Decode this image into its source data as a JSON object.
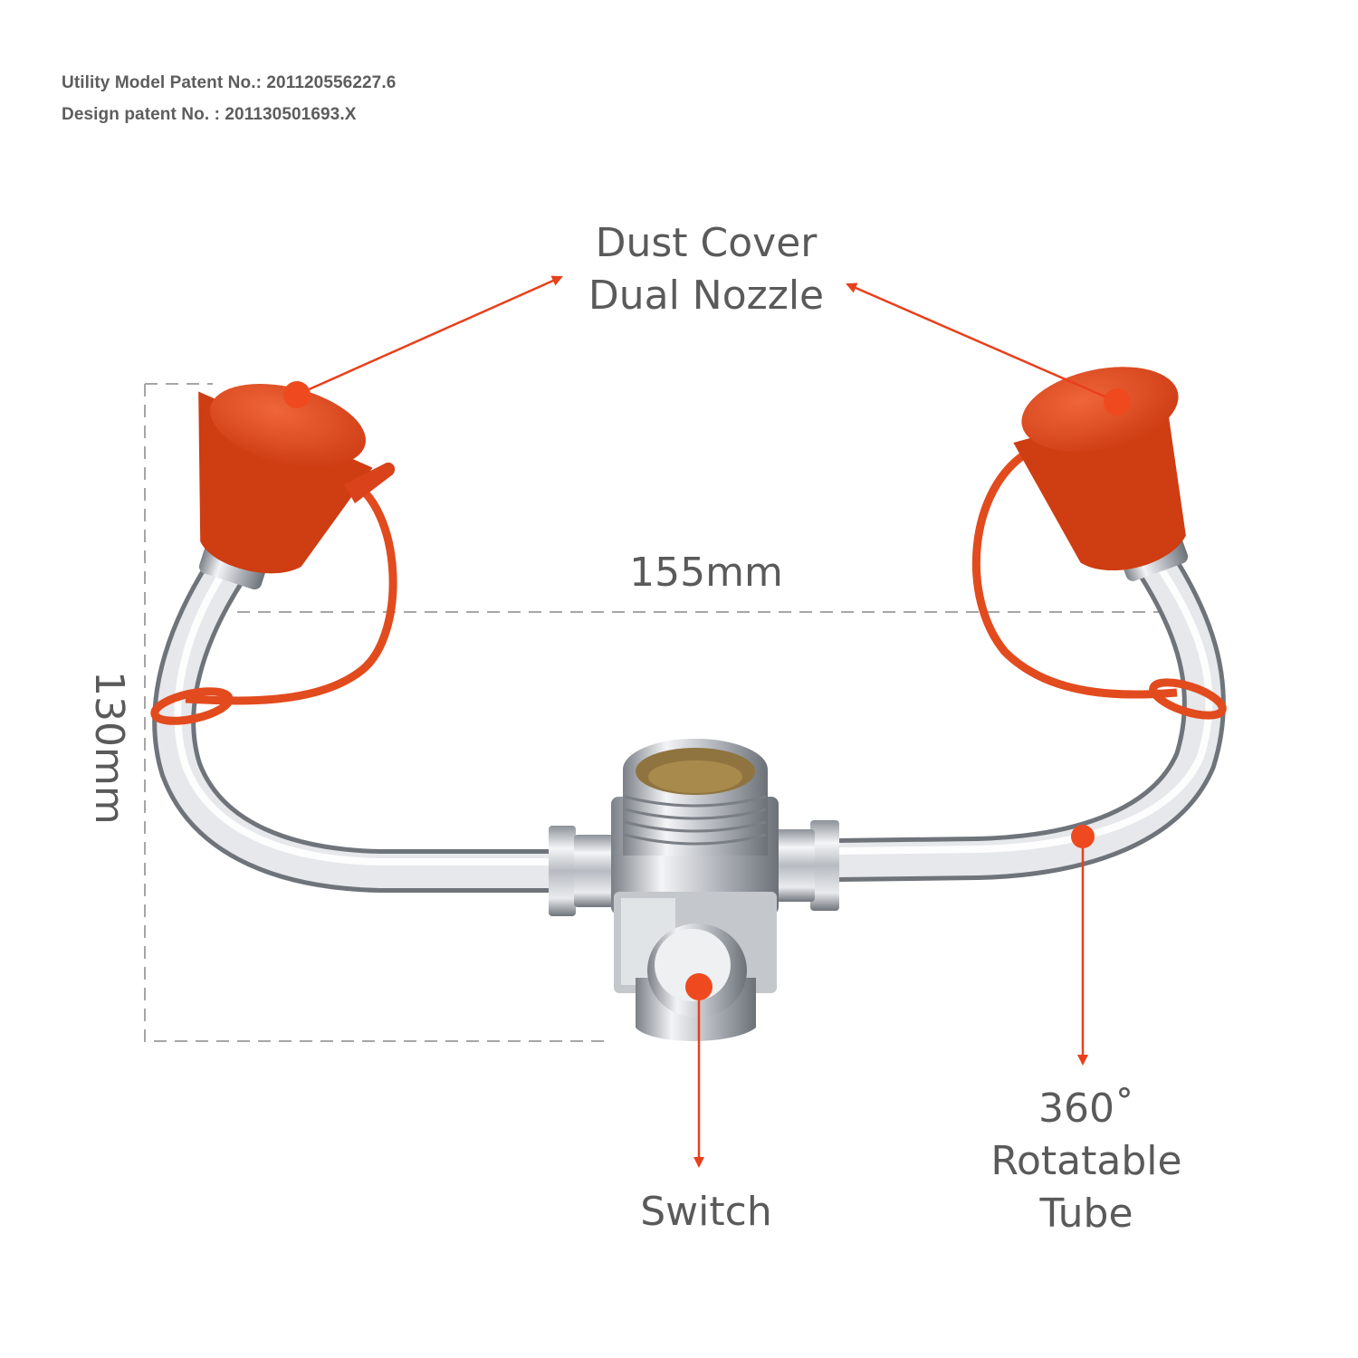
{
  "patents": {
    "utility": "Utility Model Patent No.: 201120556227.6",
    "design": "Design patent No. : 201130501693.X"
  },
  "labels": {
    "dust_cover_line1": "Dust Cover",
    "dust_cover_line2": "Dual Nozzle",
    "width": "155mm",
    "height": "130mm",
    "switch": "Switch",
    "rotatable_line1": "360˚",
    "rotatable_line2": "Rotatable",
    "rotatable_line3": "Tube"
  },
  "colors": {
    "accent": "#e8401c",
    "cap": "#e24b1e",
    "chrome": "#c9ccd1",
    "text": "#5a5a5a",
    "guide": "#a0a0a0"
  },
  "icons": {
    "product": "eyewash-dual-nozzle-fixture"
  }
}
